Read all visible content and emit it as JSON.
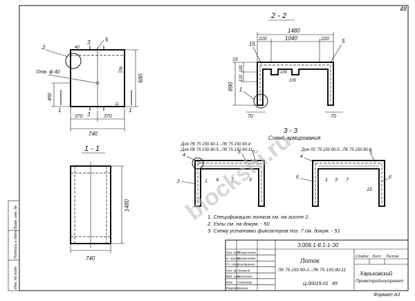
{
  "sheet": {
    "page_number": "48",
    "bottom_code": "Ц.00015-01",
    "bottom_page": "49",
    "format": "Формат А3",
    "watermark": "blockshi.ru"
  },
  "views": {
    "section_2_2": "2 - 2",
    "section_1_1": "1 - 1",
    "section_3_3": "3 - 3",
    "reinforcement_scheme": "Схема армирования"
  },
  "notes": {
    "left_group": "Для ЛК 75.150.90-1...ЛК 75.150.90-4",
    "left_group_2": "Для ЛК 75.150.90-5...ЛК 75.150.90-11",
    "right_group": "Для ЛС 75.150.90-5...ЛК 75.150.90-8",
    "hole": "Отв. ф 40",
    "n1": "1. Спецификацию лотков см. на листе 2.",
    "n2": "2. Узлы см. на докум. - 50",
    "n3": "3. Схему установки фиксаторов поз. 7 см. докум. - 51"
  },
  "dims": {
    "d1480": "1480",
    "d1040": "1040",
    "d220a": "220",
    "d220b": "220",
    "d890": "890",
    "d180": "180",
    "d120": "120",
    "d15": "15",
    "d100a": "100",
    "d100b": "100",
    "d70a": "70",
    "d70b": "70",
    "d740a": "740",
    "d370a": "370",
    "d370b": "370",
    "d450": "450",
    "d680": "680",
    "d40": "40",
    "d11": "11",
    "d740b": "740",
    "d1480b": "1480"
  },
  "marks": {
    "m1": "1",
    "m2": "2",
    "m3": "3",
    "m4": "4",
    "m5": "5",
    "m6": "6",
    "m7": "7",
    "m8": "8",
    "m15": "15"
  },
  "title_block": {
    "doc_code": "3.006.1-8.1-1-30",
    "item_name": "Лоток",
    "item_range": "ЛК 75.150.90-1...ЛК 75.150.90-11",
    "stage_label": "Стадия",
    "sheet_label": "Лист",
    "sheets_label": "Листов",
    "org_line1": "Харьковский",
    "org_line2": "Промстройниипроект",
    "rows": [
      {
        "role": "Нач. отд.",
        "name": "Петриченко"
      },
      {
        "role": "Н. контр.",
        "name": "Петриченко"
      },
      {
        "role": "Гл. спец.",
        "name": "Бондаренко"
      },
      {
        "role": "Нач. гр.",
        "name": "Чумаков"
      },
      {
        "role": "Вед. инж.",
        "name": "Костенко"
      },
      {
        "role": "Инж.",
        "name": "Семенова"
      },
      {
        "role": "Разраб.",
        "name": "Вагина"
      }
    ]
  },
  "side_stamp": {
    "c1": "Инв. № подл.",
    "c2": "Подпись и дата",
    "c3": "Взам. инв. №"
  }
}
